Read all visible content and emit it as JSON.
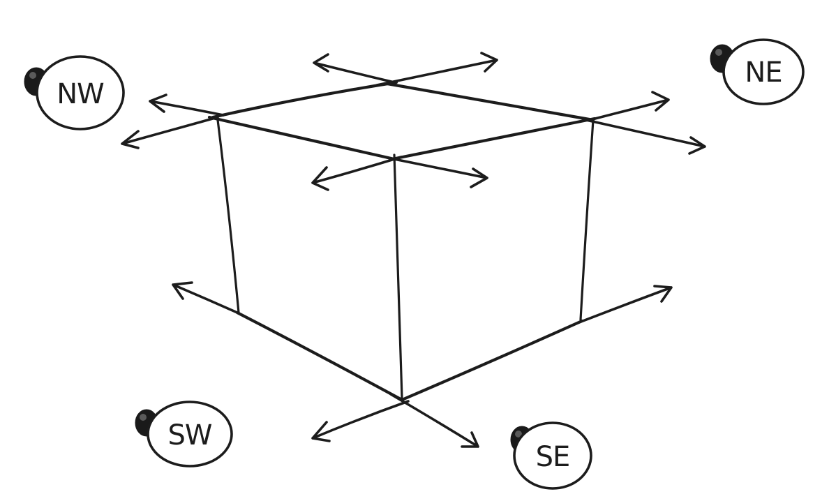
{
  "diagram": {
    "colors": {
      "ink": "#1c1c1c",
      "paper": "#ffffff"
    },
    "badges": {
      "nw": "NW",
      "ne": "NE",
      "sw": "SW",
      "se": "SE"
    }
  }
}
